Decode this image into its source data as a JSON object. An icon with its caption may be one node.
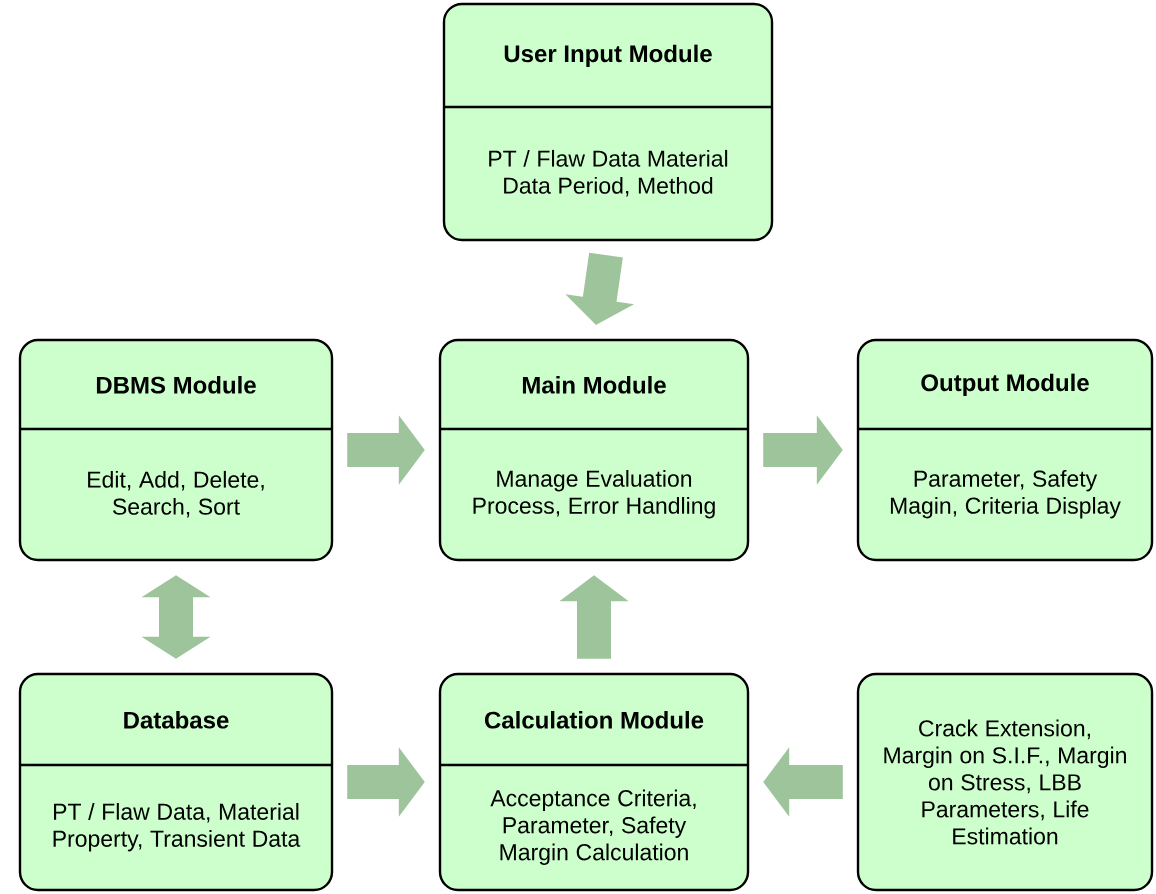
{
  "diagram": {
    "nodes": [
      {
        "text": [
          "User Input Module",
          "PT / Flaw Data Material Data Period, Method"
        ]
      },
      {
        "text": [
          "DBMS Module",
          "Edit, Add, Delete, Search, Sort"
        ]
      },
      {
        "text": [
          "Main Module",
          "Manage Evaluation Process, Error Handling"
        ]
      },
      {
        "text": [
          "Output Module",
          "Parameter, Safety Magin, Criteria Display"
        ]
      },
      {
        "text": [
          "Database",
          "PT / Flaw Data, Material Property, Transient Data"
        ]
      },
      {
        "text": [
          "Calculation Module",
          "Acceptance Criteria, Parameter, Safety Margin Calculation"
        ]
      },
      {
        "text": [
          "Crack Extension, Margin on S.I.F., Margin on Stress, LBB Parameters, Life Estimation"
        ]
      }
    ],
    "edges": [
      {
        "from": 0,
        "to": 2,
        "arrow": "to"
      },
      {
        "from": 1,
        "to": 2,
        "arrow": "to"
      },
      {
        "from": 2,
        "to": 3,
        "arrow": "to"
      },
      {
        "from": 1,
        "to": 4,
        "arrow": "both"
      },
      {
        "from": 5,
        "to": 2,
        "arrow": "to"
      },
      {
        "from": 4,
        "to": 5,
        "arrow": "to"
      },
      {
        "from": 6,
        "to": 5,
        "arrow": "to"
      }
    ]
  }
}
